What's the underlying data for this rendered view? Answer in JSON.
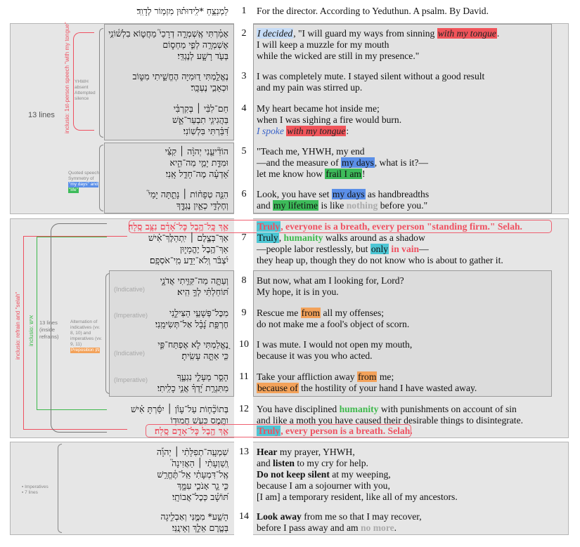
{
  "header": {
    "heb": "לַמְנַצֵּ֥חַ *לִֽידוּת֗וּן מִזְמ֥וֹר לְדָוִֽד׃",
    "num": "1",
    "eng": "For the director. According to Yeduthun. A psalm. By David."
  },
  "annotations": {
    "lines_a": "13 lines",
    "include_1st": "inclusio: 1st-person speech \"with my tongue\"",
    "yhwh_absent": [
      "YHWH",
      "absent",
      "Attempted",
      "silence"
    ],
    "quoted_speech": [
      "Quoted speech",
      "Symmetry of",
      "\"my days\" and",
      "\"life\""
    ],
    "lines_b": [
      "13 lines",
      "(inside",
      "refrains)"
    ],
    "inclusio_refrain": "inclusio: refrain and \"selah\"",
    "inclusio_ish": "inclusio: איש",
    "alternation": [
      "Alternation of",
      "indicatives (vv.",
      "8, 10) and",
      "imperatives (vv.",
      "9, 11)"
    ],
    "preposition": "Preposition מן",
    "imperatives": [
      "Imperatives",
      "7 lines"
    ],
    "mood_indicative": "(Indicative)",
    "mood_imperative": "(Imperative)"
  },
  "verses": {
    "v2": {
      "num": "2",
      "heb": [
        "אָמַ֗רְתִּי אֶֽשְׁמְרָ֣ה דְרָכַי֮ מֵחֲט֪וֹא בִלְשׁ֫וֹנִ֥י",
        "אֶשְׁמְרָ֥ה לְפִ֣י מַחְס֑וֹם",
        "בְּעֹ֖ד רָשָׁ֣ע לְנֶגְדִּֽי׃"
      ],
      "e1a": "I decided",
      "e1b": ", \"I will guard my ways from sinning ",
      "e1c": "with my tongue",
      "e1d": ".",
      "e2": "I will keep a muzzle for my mouth",
      "e3": "while the wicked are still in my presence.\""
    },
    "v3": {
      "num": "3",
      "heb": [
        "נֶאֱלַ֣מְתִּי ד֭וּמִיָּה הֶחֱשֵׁ֣יתִי מִטּ֑וֹב",
        "וּכְאֵבִ֥י נֶעְכָּֽר׃"
      ],
      "e1": "I was completely mute. I stayed silent without a good result",
      "e2": "and my pain was stirred up."
    },
    "v4": {
      "num": "4",
      "heb": [
        "חַם־לִבִּ֨י ׀ בְּקִרְבִּ֗י",
        "בַּהֲגִיגִ֥י תִבְעַר־אֵ֑שׁ",
        "דִּ֝בַּ֗רְתִּי בִּלְשֽׁוֹנִי׃"
      ],
      "e1": "My heart became hot inside me;",
      "e2": "when I was sighing a fire would burn.",
      "e3a": "I spoke",
      "e3b": "with my tongue",
      "e3c": ":"
    },
    "v5": {
      "num": "5",
      "heb": [
        "הוֹדִ֘יעֵ֤נִי יְהוָ֨ה ׀ קִצִּ֗י",
        "וּמִדַּ֣ת יָמַ֣י מַה־הִ֑יא",
        "אֵ֝דְעָ֗ה מֶה־חָדֵ֥ל אָֽנִי׃"
      ],
      "e1": "\"Teach me, YHWH, my end",
      "e2a": "—and the measure of ",
      "e2b": "my days",
      "e2c": ", what is it?—",
      "e3a": "let me know how ",
      "e3b": "frail I am",
      "e3c": "!"
    },
    "v6": {
      "num": "6",
      "heb": [
        "הִנֵּ֤ה טְפָח֨וֹת ׀ נָתַ֣תָּה יָמַי֮",
        "וְחֶלְדִּ֣י כְאַ֣יִן נֶגְדֶּ֑ךָ"
      ],
      "e1a": "Look, you have set ",
      "e1b": "my days",
      "e1c": " as handbreadths",
      "e2a": "and ",
      "e2b": "my lifetime",
      "e2c": " is like ",
      "e2d": "nothing",
      "e2e": " before you.\""
    },
    "v7": {
      "num": "7",
      "heb_refrain": "אַ֥ךְ כׇּֽל־הֶ֥בֶל כׇּל־אָ֝דָ֗ם נִצָּ֥ב סֶֽלָה׃",
      "heb": [
        "אַךְ־בְּצֶ֤לֶם ׀ יִֽתְהַלֶּךְ־אִ֗ישׁ",
        "אַךְ־הֶ֥בֶל יֶהֱמָי֑וּן",
        "יִ֝צְבֹּ֗ר וְֽלֹא־יֵדַ֥ע מִֽי־אֹסְפָֽם׃"
      ],
      "refrain_a": "Truly",
      "refrain_b": ", everyone is a breath, every person \"standing firm.\" Selah.",
      "e1a": "Truly",
      "e1b": ", ",
      "e1c": "humanity",
      "e1d": " walks around as a shadow",
      "e2a": "—people labor restlessly, but ",
      "e2b": "only",
      "e2c": " in vain",
      "e2d": "—",
      "e3": "they heap up, though they do not know who is about to gather it."
    },
    "v8": {
      "num": "8",
      "heb": [
        "וְעַתָּ֣ה מַה־קִּוִּ֣יתִי אֲדֹנָ֑י",
        "תּ֝וֹחַלְתִּ֗י לְךָ֣ הִֽיא׃"
      ],
      "e1": "But now, what am I looking for, Lord?",
      "e2": "My hope, it is in you."
    },
    "v9": {
      "num": "9",
      "heb": [
        "מִכׇּל־פְּשָׁעַ֥י הַצִּילֵ֑נִי",
        "חֶרְפַּ֥ת נָ֝בָ֗ל אַל־תְּשִׂימֵֽנִי׃"
      ],
      "e1a": "Rescue me ",
      "e1b": "from",
      "e1c": " all my offenses;",
      "e2": "do not make me a fool's object of scorn."
    },
    "v10": {
      "num": "10",
      "heb": [
        "נֶ֭אֱלַמְתִּי לֹ֣א אֶפְתַּח־פִּ֑י",
        "כִּ֖י אַתָּ֣ה עָשִֽׂיתָ׃"
      ],
      "e1": "I was mute. I would not open my mouth,",
      "e2": "because it was you who acted."
    },
    "v11": {
      "num": "11",
      "heb": [
        "הָסֵ֣ר מֵעָלַ֣י נִגְעֶ֑ךָ",
        "מִתִּגְרַ֥ת יָ֝דְךָ֗ אֲנִ֣י כָלִֽיתִי׃"
      ],
      "e1a": "Take your affliction away ",
      "e1b": "from",
      "e1c": " me;",
      "e2a": "because of",
      "e2b": " the hostility of your hand I have wasted away."
    },
    "v12": {
      "num": "12",
      "heb": [
        "בְּתוֹכָ֘ח֤וֹת עַל־עָוֺ֨ן ׀ יִסַּ֬רְתָּ אִ֗ישׁ",
        "וַתֶּ֣מֶס כָּעָ֣שׁ חֲמוּד֑וֹ"
      ],
      "heb_refrain": "אַ֤ךְ הֶ֖בֶל כׇּל־אָדָ֣ם סֶֽלָה׃",
      "e1a": "You have disciplined ",
      "e1b": "humanity",
      "e1c": " with punishments on account of sin",
      "e2": "and like a moth you have caused their desirable things to disintegrate.",
      "refrain_a": "Truly",
      "refrain_b": ", every person is a breath. Selah."
    },
    "v13": {
      "num": "13",
      "heb": [
        "שִׁמְעָֽה־תְפִלָּתִ֨י ׀ יְהוָ֡ה",
        "וְֽשַׁוְעָתִ֨י ׀ הַאֲזִינָה֮",
        "אֶֽל־דִּמְעָתִ֗י אַֽל־תֶּ֫חֱרַ֥שׁ",
        "כִּ֤י גֵ֣ר אָנֹכִ֣י עִמָּ֑ךְ",
        "תּ֝וֹשָׁ֗ב כְּכׇל־אֲבוֹתָֽי׃"
      ],
      "e1a": "Hear",
      "e1b": " my prayer, YHWH,",
      "e2a": "and ",
      "e2b": "listen",
      "e2c": " to my cry for help.",
      "e3a": "Do not keep silent",
      "e3b": " at my weeping,",
      "e4": "because I am a sojourner with you,",
      "e5": "[I am] a temporary resident, like all of my ancestors."
    },
    "v14": {
      "num": "14",
      "heb": [
        "הָשַׁ֣ע* מִמֶּ֣נִּי וְאַבְלִ֑יגָה",
        "בְּטֶ֖רֶם אֵלֵ֣ךְ וְאֵינֶֽנִּי׃"
      ],
      "e1a": "Look away",
      "e1b": " from me so that I may recover,",
      "e2a": "before I pass away and am ",
      "e2b": "no more",
      "e2c": "."
    }
  },
  "colors": {
    "red": "#f0545a",
    "blue": "#5b8fe8",
    "green": "#3dbb5a",
    "orange": "#f3a25a",
    "teal": "#4cc6d4"
  }
}
